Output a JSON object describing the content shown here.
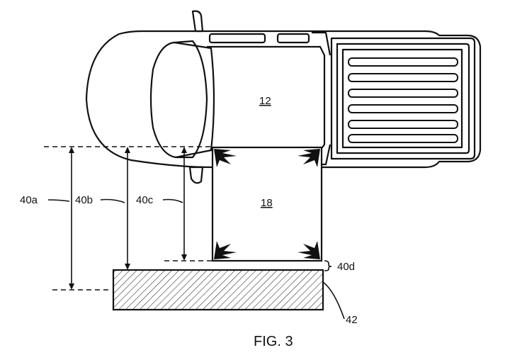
{
  "figure": {
    "caption": "FIG. 3",
    "labels": {
      "vehicle": "12",
      "object": "18",
      "dim_a": "40a",
      "dim_b": "40b",
      "dim_c": "40c",
      "dim_d": "40d",
      "barrier": "42"
    }
  }
}
